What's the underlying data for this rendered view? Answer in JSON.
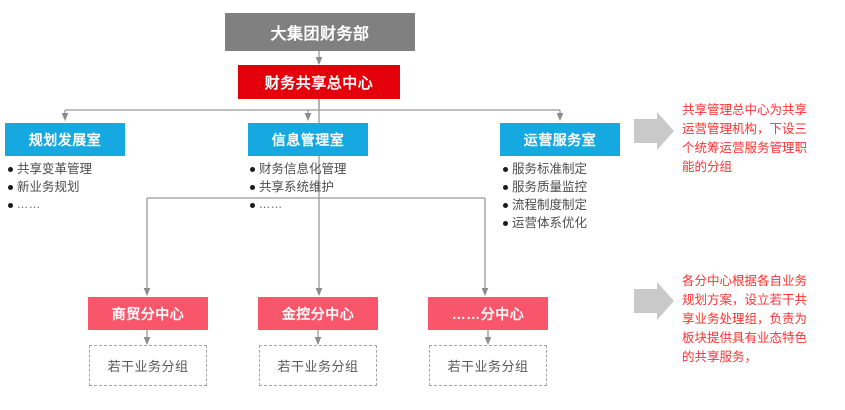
{
  "diagram": {
    "title_node": {
      "label": "大集团财务部",
      "color": "#808080"
    },
    "center_node": {
      "label": "财务共享总中心",
      "color": "#E3000B"
    },
    "departments": [
      {
        "label": "规划发展室",
        "color": "#16A8E0",
        "items": [
          "共享变革管理",
          "新业务规划",
          "……"
        ]
      },
      {
        "label": "信息管理室",
        "color": "#16A8E0",
        "items": [
          "财务信息化管理",
          "共享系统维护",
          "……"
        ]
      },
      {
        "label": "运营服务室",
        "color": "#16A8E0",
        "items": [
          "服务标准制定",
          "服务质量监控",
          "流程制度制定",
          "运营体系优化"
        ]
      }
    ],
    "branch_centers": [
      {
        "label": "商贸分中心",
        "color": "#F9566B",
        "group": "若干业务分组"
      },
      {
        "label": "金控分中心",
        "color": "#F9566B",
        "group": "若干业务分组"
      },
      {
        "label": "……分中心",
        "color": "#F9566B",
        "group": "若干业务分组"
      }
    ],
    "annotations": [
      {
        "color": "#FF3333",
        "lines": [
          "共享管理总中心为共享",
          "运营管理机构，下设三",
          "个统筹运营服务管理职",
          "能的分组"
        ]
      },
      {
        "color": "#FF3333",
        "lines": [
          "各分中心根据各自业务",
          "规划方案，设立若干共",
          "享业务处理组，负责为",
          "板块提供具有业态特色",
          "的共享服务，"
        ]
      }
    ],
    "connector_color": "#999999",
    "arrow_block_color": "#C9C9C9"
  }
}
